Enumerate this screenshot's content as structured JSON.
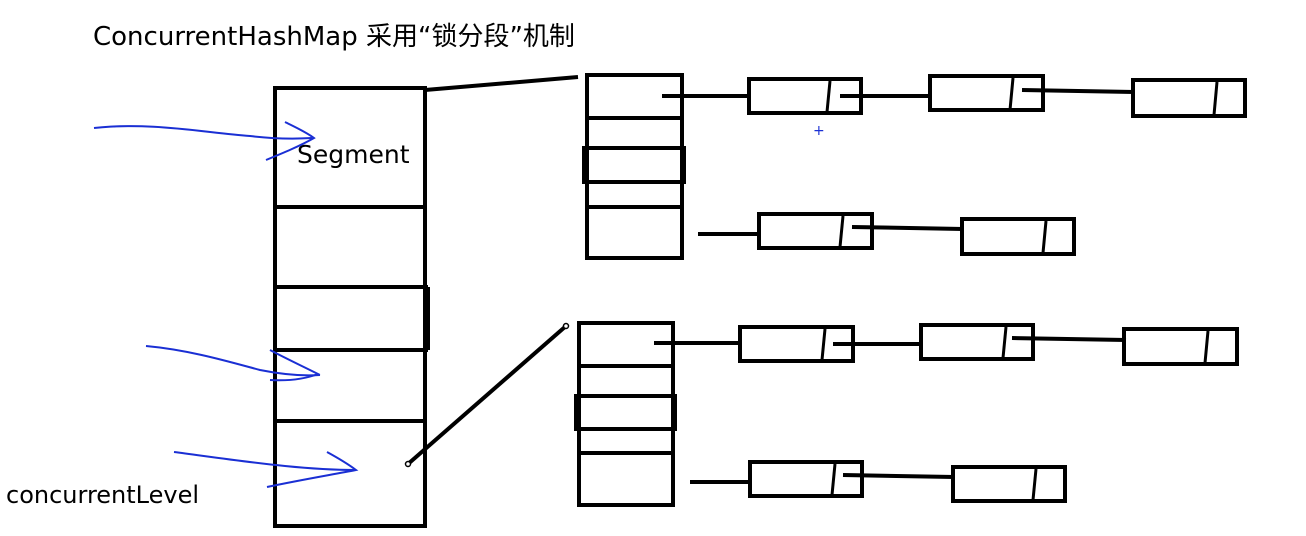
{
  "title": "ConcurrentHashMap  采用“锁分段”机制",
  "labels": {
    "segment": "Segment",
    "level": "concurrentLevel"
  },
  "colors": {
    "ink": "#000000",
    "pen_blue": "#1a2fd4",
    "background": "#ffffff"
  }
}
